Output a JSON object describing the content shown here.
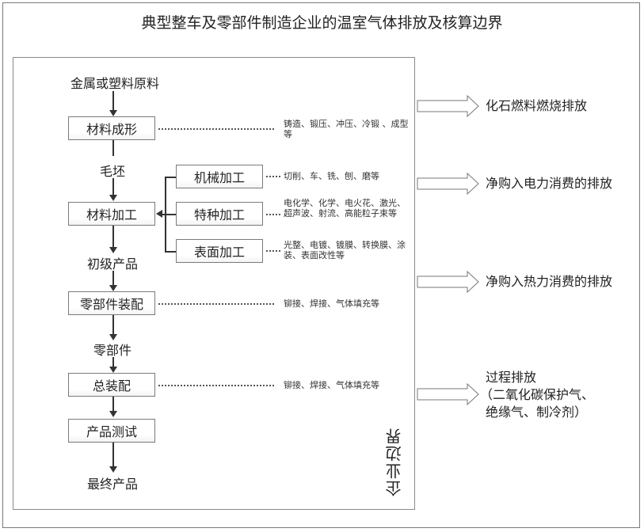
{
  "title": "典型整车及零部件制造企业的温室气体排放及核算边界",
  "boundary_label": "企业边界",
  "flow": {
    "input": "金属或塑料原料",
    "forming": "材料成形",
    "blank": "毛坯",
    "processing": "材料加工",
    "primary_product": "初级产品",
    "assembly_parts": "零部件装配",
    "parts": "零部件",
    "final_assembly": "总装配",
    "testing": "产品测试",
    "final_product": "最终产品"
  },
  "sub_processes": {
    "mechanical": "机械加工",
    "special": "特种加工",
    "surface": "表面加工"
  },
  "notes": {
    "forming": "铸造、锻压、冲压、冷锻 、成型等",
    "mechanical": "切削、车、铣、刨、磨等",
    "special": "电化学、化学、电火花、激光、超声波、射流、高能粒子束等",
    "surface": "光整、电镀、镀膜、转换膜、涂装、表面改性等",
    "assembly_parts": "铆接、焊接、气体填充等",
    "final_assembly": "铆接、焊接、气体填充等"
  },
  "emissions": {
    "fossil": "化石燃料燃烧排放",
    "electricity": "净购入电力消费的排放",
    "heat": "净购入热力消费的排放",
    "process_line1": "过程排放",
    "process_line2": "（二氧化碳保护气、",
    "process_line3": "绝缘气、制冷剂）"
  }
}
